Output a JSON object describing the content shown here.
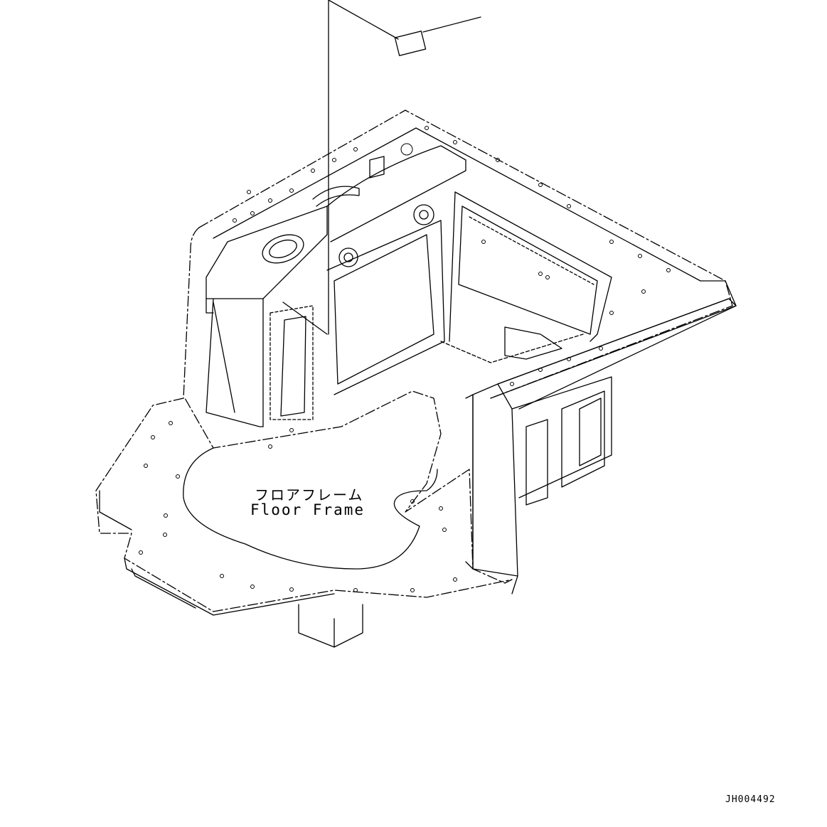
{
  "part_label": {
    "japanese": "フロアフレーム",
    "english": "Floor Frame"
  },
  "drawing_number": "JH004492",
  "colors": {
    "line": "#000000",
    "background": "#ffffff"
  }
}
